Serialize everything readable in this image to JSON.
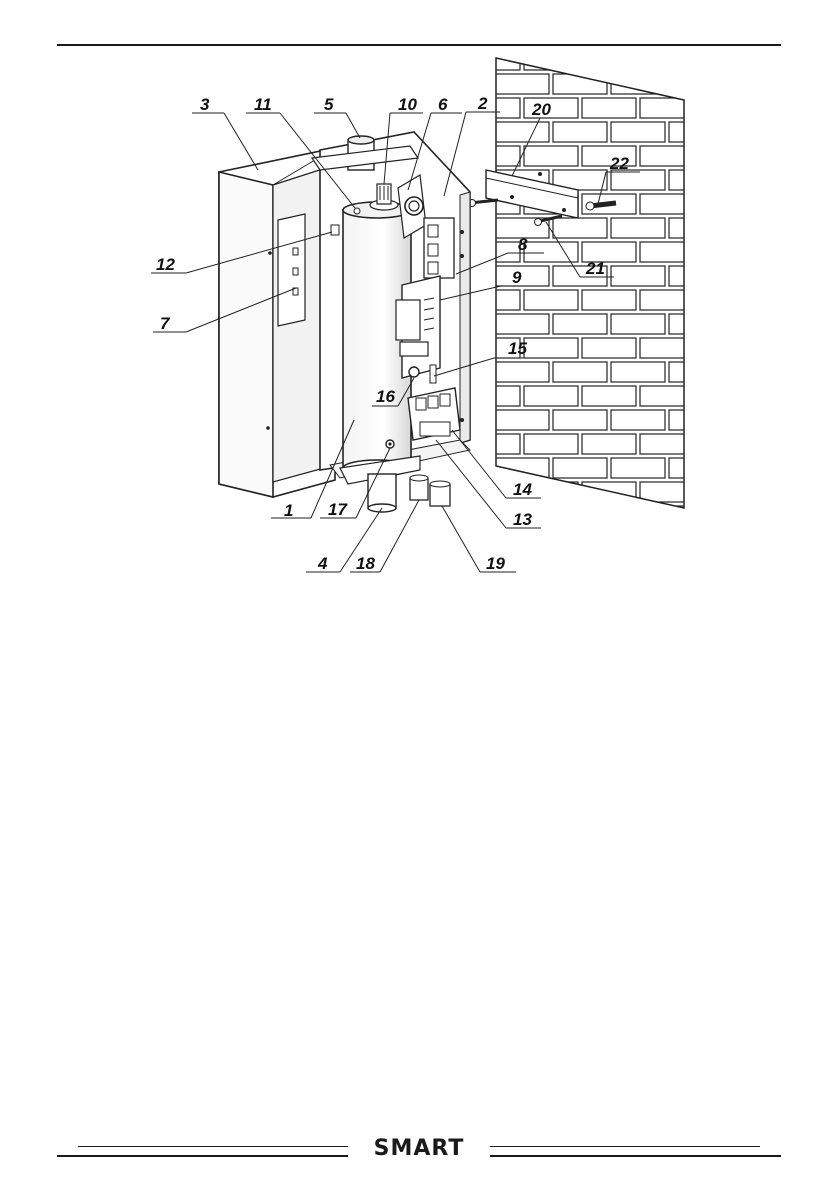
{
  "callouts": [
    {
      "id": "1",
      "label": "1"
    },
    {
      "id": "2",
      "label": "2"
    },
    {
      "id": "3",
      "label": "3"
    },
    {
      "id": "4",
      "label": "4"
    },
    {
      "id": "5",
      "label": "5"
    },
    {
      "id": "6",
      "label": "6"
    },
    {
      "id": "7",
      "label": "7"
    },
    {
      "id": "8",
      "label": "8"
    },
    {
      "id": "9",
      "label": "9"
    },
    {
      "id": "10",
      "label": "10"
    },
    {
      "id": "11",
      "label": "11"
    },
    {
      "id": "12",
      "label": "12"
    },
    {
      "id": "13",
      "label": "13"
    },
    {
      "id": "14",
      "label": "14"
    },
    {
      "id": "15",
      "label": "15"
    },
    {
      "id": "16",
      "label": "16"
    },
    {
      "id": "17",
      "label": "17"
    },
    {
      "id": "18",
      "label": "18"
    },
    {
      "id": "19",
      "label": "19"
    },
    {
      "id": "20",
      "label": "20"
    },
    {
      "id": "21",
      "label": "21"
    },
    {
      "id": "22",
      "label": "22"
    }
  ],
  "footer": {
    "brand": "SMART"
  }
}
